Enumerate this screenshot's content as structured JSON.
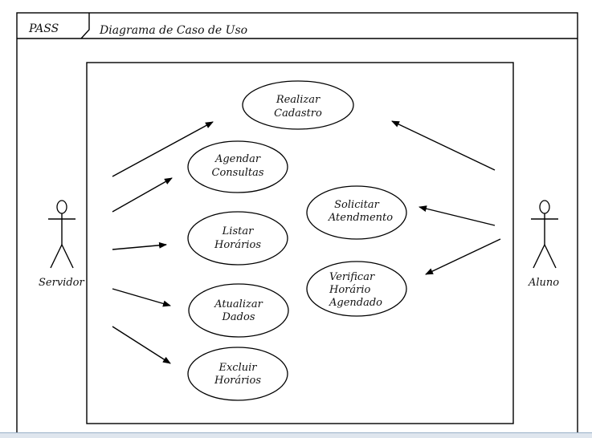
{
  "frame": {
    "tag": "PASS",
    "title": "Diagrama de Caso de Uso"
  },
  "actors": {
    "left": {
      "name": "Servidor"
    },
    "right": {
      "name": "Aluno"
    }
  },
  "use_cases": {
    "realizar_cadastro": [
      "Realizar",
      "Cadastro"
    ],
    "agendar_consultas": [
      "Agendar",
      "Consultas"
    ],
    "listar_horarios": [
      "Listar",
      "Horários"
    ],
    "atualizar_dados": [
      "Atualizar",
      "Dados"
    ],
    "excluir_horarios": [
      "Excluir",
      "Horários"
    ],
    "solicitar_atendimento": [
      "Solicitar",
      "Atendmento"
    ],
    "verificar_horario": [
      "Verificar",
      "Horário",
      "Agendado"
    ]
  }
}
